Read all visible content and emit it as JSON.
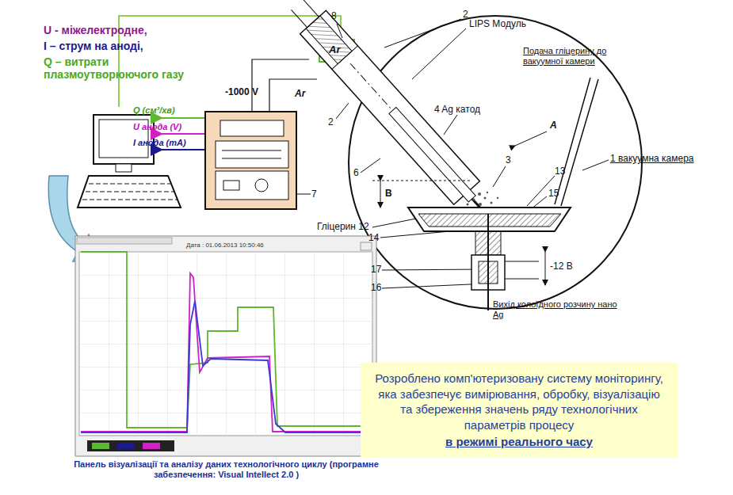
{
  "diagram": {
    "caption": "Панель візуалізації та аналізу даних технологічного циклу (програмне забезпечення: Visual Intellect 2.0 )",
    "nodes": [
      {
        "text": [
          "Розроблено комп'ютеризовану систему моніторингу, яка забезпечує вимірювання, обробку, візуалізацію та збереження значень ряду технологічних параметрів процесу",
          "в режимі реального часу"
        ]
      },
      {
        "text": [
          "7"
        ]
      }
    ],
    "labels": [
      "U - міжелектродне,",
      "I – струм на аноді,",
      "Q – витрати плазмоутворюючого газу",
      "Q (см³/хв)",
      "U анода (V)",
      "I анода (mA)",
      "-1000 V",
      "8",
      "Ar",
      "Ar",
      "2",
      "2",
      "LIPS Модуль",
      "Подача гліцерину до вакуумної камери",
      "4 Ag катод",
      "A",
      "1 вакуумна камера",
      "3",
      "13",
      "6",
      "B",
      "15",
      "Гліцерин 12",
      "14",
      "-12 B",
      "17",
      "16",
      "Вихід колоїдного розчину нано Ag",
      "Дата : 01.06.2013 10:50:46"
    ]
  }
}
